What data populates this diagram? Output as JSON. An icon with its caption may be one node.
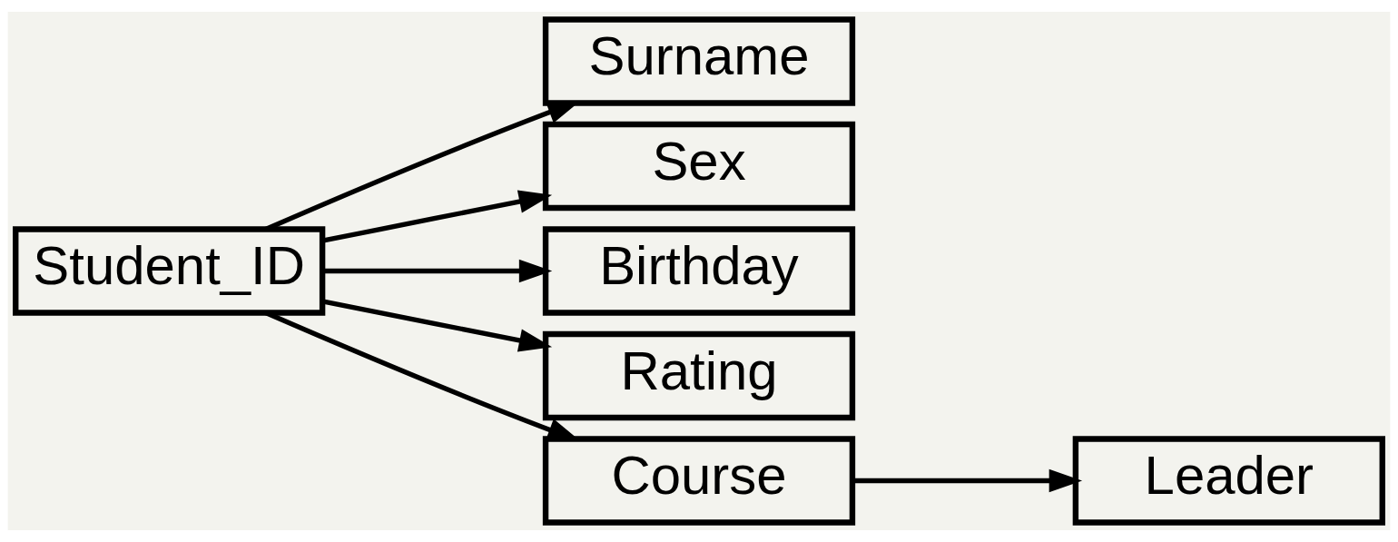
{
  "diagram": {
    "nodes": [
      {
        "text": [
          "Student_ID"
        ]
      },
      {
        "text": [
          "Surname"
        ]
      },
      {
        "text": [
          "Sex"
        ]
      },
      {
        "text": [
          "Birthday"
        ]
      },
      {
        "text": [
          "Rating"
        ]
      },
      {
        "text": [
          "Course"
        ]
      },
      {
        "text": [
          "Leader"
        ]
      }
    ],
    "edges": [
      {
        "from": 0,
        "to": 1,
        "arrow": "to"
      },
      {
        "from": 0,
        "to": 2,
        "arrow": "to"
      },
      {
        "from": 0,
        "to": 3,
        "arrow": "to"
      },
      {
        "from": 0,
        "to": 4,
        "arrow": "to"
      },
      {
        "from": 0,
        "to": 5,
        "arrow": "to"
      },
      {
        "from": 5,
        "to": 6,
        "arrow": "to"
      }
    ]
  }
}
